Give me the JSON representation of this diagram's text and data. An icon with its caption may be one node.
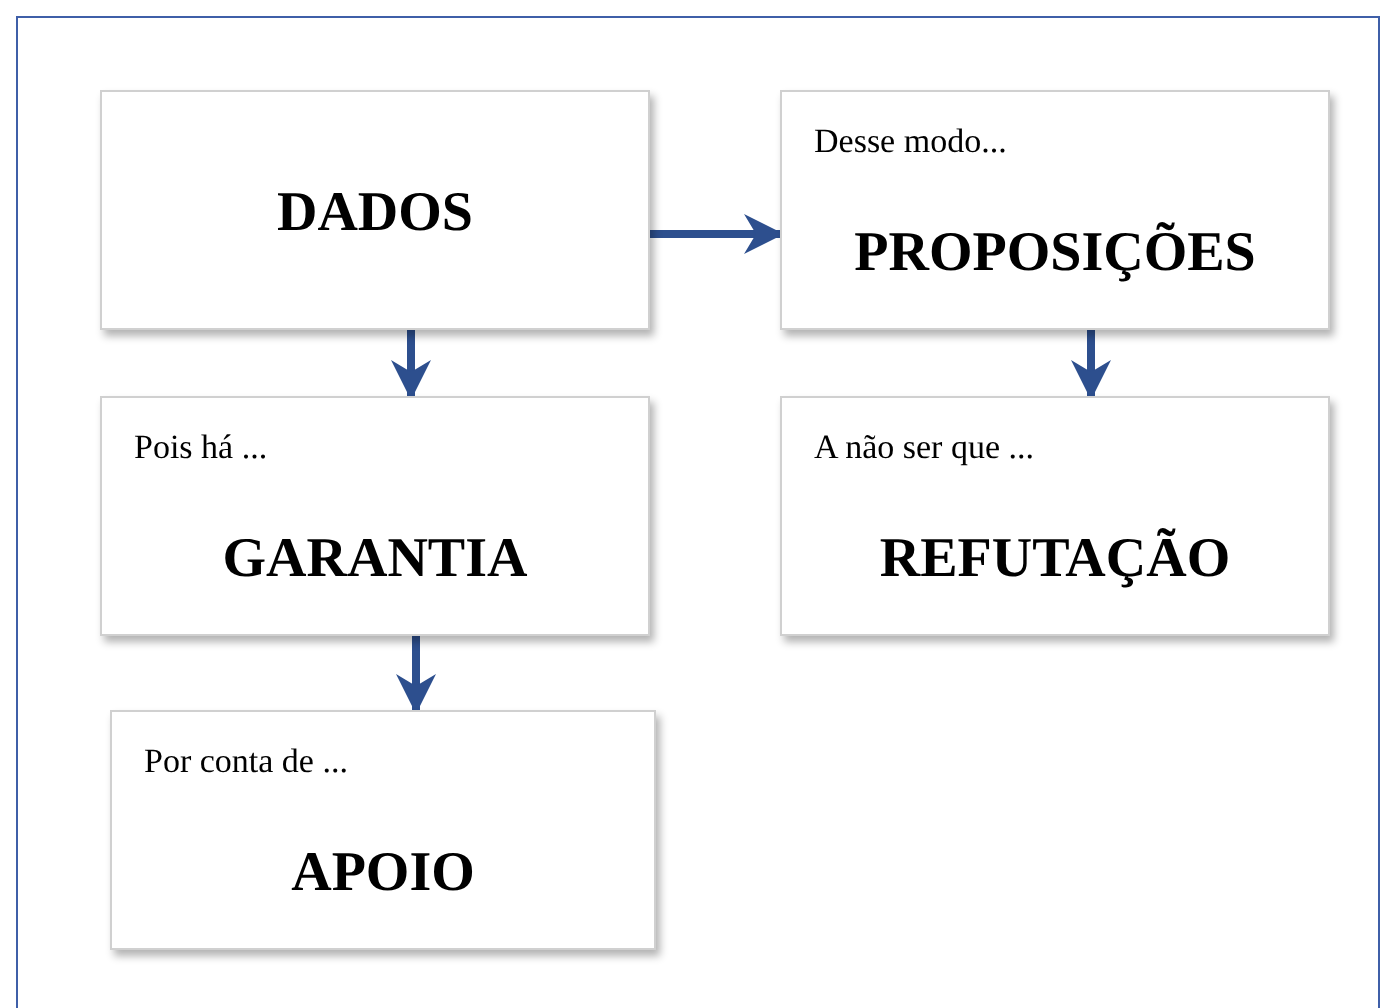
{
  "diagram": {
    "nodes": [
      {
        "text": [
          "DADOS"
        ]
      },
      {
        "text": [
          "Desse modo...",
          "PROPOSIÇÕES"
        ]
      },
      {
        "text": [
          "Pois há ...",
          "GARANTIA"
        ]
      },
      {
        "text": [
          "A não ser que ...",
          "REFUTAÇÃO"
        ]
      },
      {
        "text": [
          "Por conta de ...",
          "APOIO"
        ]
      }
    ],
    "edges": [
      {
        "from": 0,
        "to": 1,
        "arrow": "to"
      },
      {
        "from": 0,
        "to": 2,
        "arrow": "to"
      },
      {
        "from": 1,
        "to": 3,
        "arrow": "to"
      },
      {
        "from": 2,
        "to": 4,
        "arrow": "to"
      }
    ]
  }
}
